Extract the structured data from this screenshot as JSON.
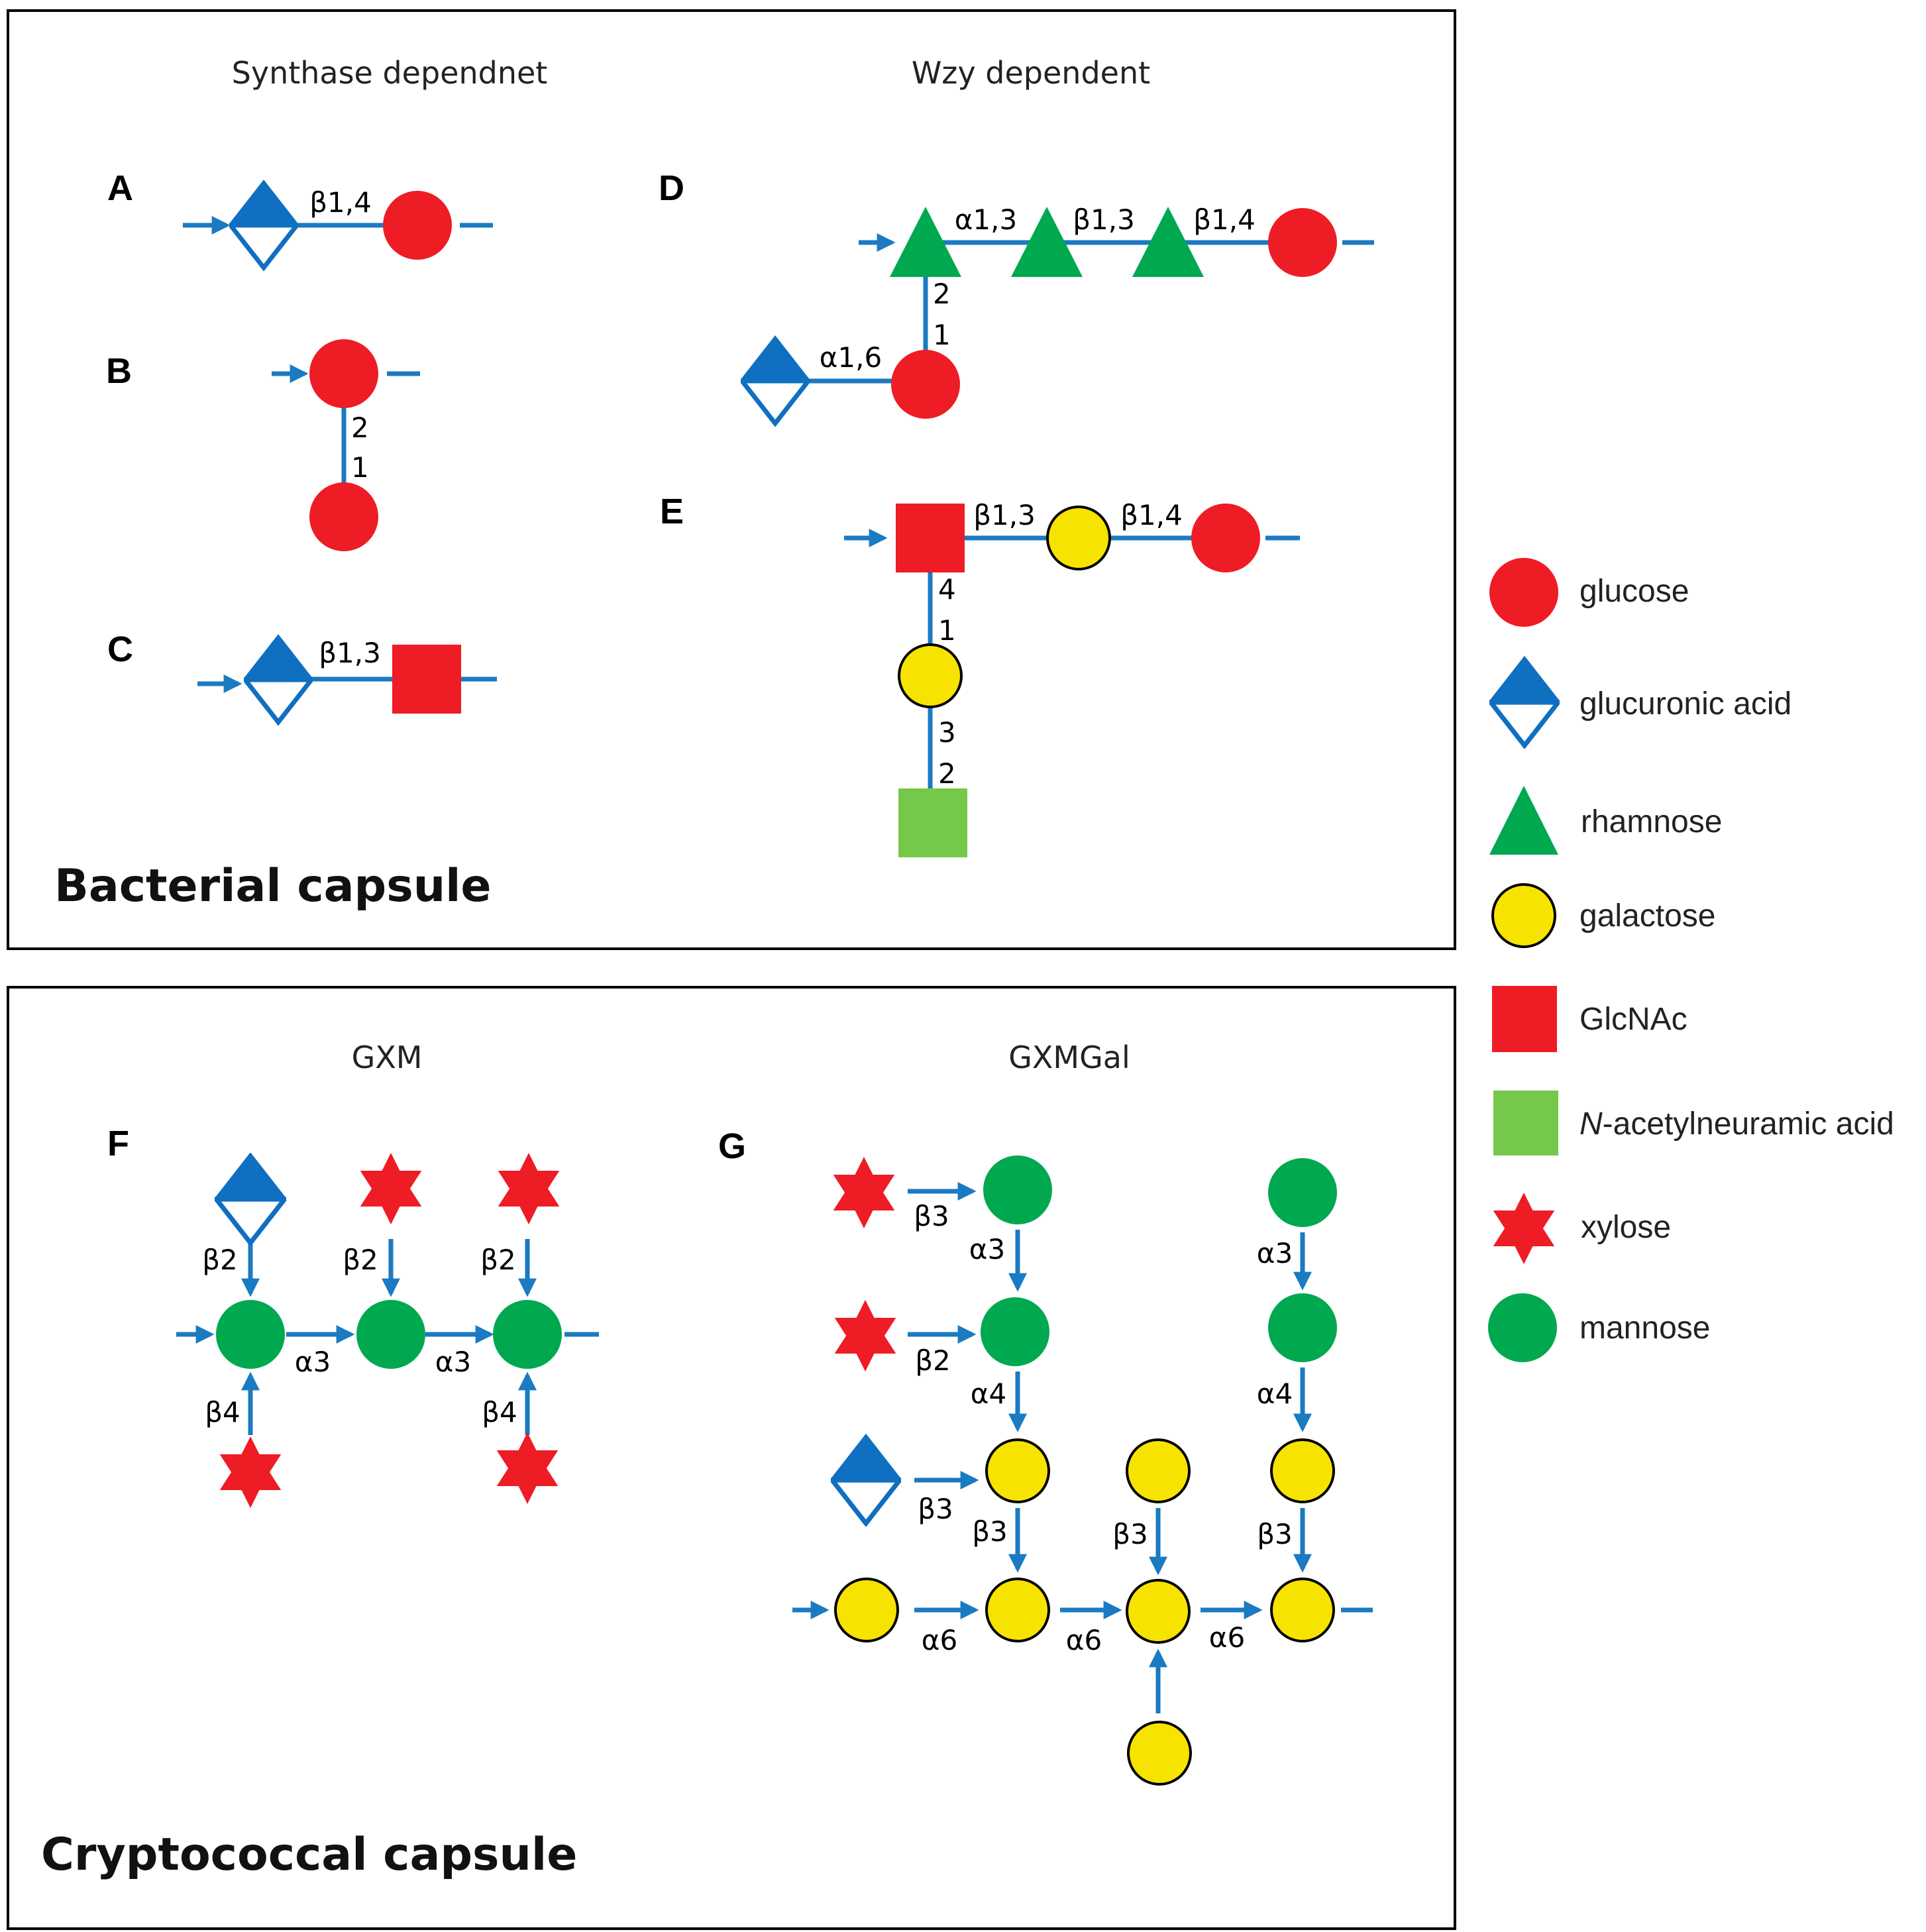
{
  "colors": {
    "glucose": "#ee1c24",
    "glucuronic_acid": "#0f6fc0",
    "rhamnose": "#00a84f",
    "galactose": "#f7e300",
    "glcnac": "#ee1c24",
    "neu5ac": "#76c84a",
    "xylose": "#ee1c24",
    "mannose": "#00a84f",
    "bond": "#1a7ac2"
  },
  "bacterial": {
    "caption": "Bacterial capsule",
    "col1_title": "Synthase dependnet",
    "col2_title": "Wzy dependent",
    "panels": {
      "A": "A",
      "B": "B",
      "C": "C",
      "D": "D",
      "E": "E"
    },
    "links": {
      "A_1": "β1,4",
      "C_1": "β1,3",
      "D_1": "α1,3",
      "D_2": "β1,3",
      "D_3": "β1,4",
      "D_4": "α1,6",
      "E_1": "β1,3",
      "E_2": "β1,4"
    },
    "positions": {
      "B_a": "2",
      "B_b": "1",
      "D_a": "2",
      "D_b": "1",
      "E_a": "4",
      "E_b": "1",
      "E_c": "3",
      "E_d": "2"
    }
  },
  "crypto": {
    "caption": "Cryptococcal capsule",
    "col1_title": "GXM",
    "col2_title": "GXMGal",
    "panels": {
      "F": "F",
      "G": "G"
    },
    "links": {
      "F_b2_1": "β2",
      "F_b2_2": "β2",
      "F_b2_3": "β2",
      "F_a3_1": "α3",
      "F_a3_2": "α3",
      "F_b4_1": "β4",
      "F_b4_2": "β4",
      "G_b3_top": "β3",
      "G_a3_left": "α3",
      "G_a3_right": "α3",
      "G_b2": "β2",
      "G_a4_left": "α4",
      "G_a4_right": "α4",
      "G_b3_glca": "β3",
      "G_b3_1": "β3",
      "G_b3_2": "β3",
      "G_b3_3": "β3",
      "G_a6_1": "α6",
      "G_a6_2": "α6",
      "G_a6_3": "α6"
    }
  },
  "legend": [
    {
      "symbol": "circle",
      "color": "glucose",
      "label": "glucose"
    },
    {
      "symbol": "diamond",
      "color": "glucuronic_acid",
      "label": "glucuronic acid"
    },
    {
      "symbol": "triangle",
      "color": "rhamnose",
      "label": "rhamnose"
    },
    {
      "symbol": "circle-outline",
      "color": "galactose",
      "label": "galactose"
    },
    {
      "symbol": "square",
      "color": "glcnac",
      "label": "GlcNAc"
    },
    {
      "symbol": "square",
      "color": "neu5ac",
      "label_italic": "N",
      "label": "-acetylneuramic acid"
    },
    {
      "symbol": "star",
      "color": "xylose",
      "label": "xylose"
    },
    {
      "symbol": "circle",
      "color": "mannose",
      "label": "mannose"
    }
  ]
}
